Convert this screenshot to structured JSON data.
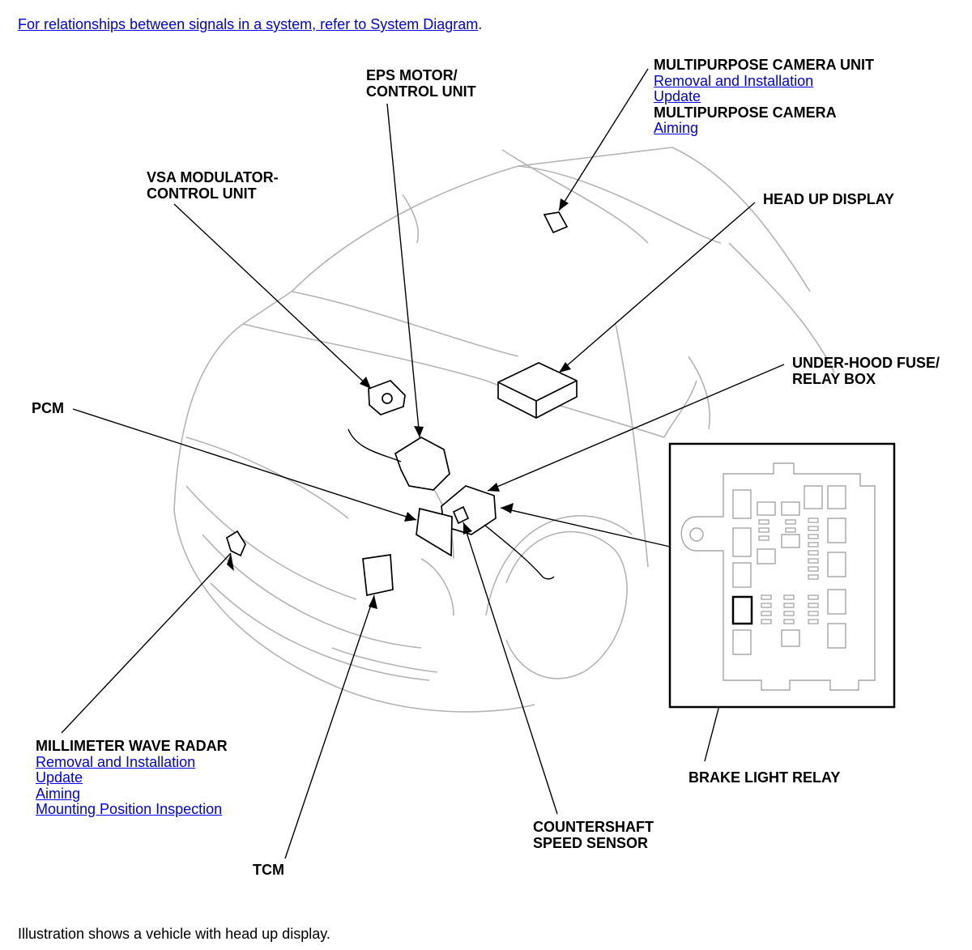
{
  "header": {
    "prefix": "For relationships between signals in a system, refer to System Diagram",
    "suffix": "."
  },
  "labels": {
    "eps_motor": [
      "EPS MOTOR/",
      "CONTROL UNIT"
    ],
    "multipurpose_camera_unit": {
      "title": "MULTIPURPOSE CAMERA UNIT",
      "links": [
        "Removal and Installation",
        "Update"
      ],
      "title2": "MULTIPURPOSE CAMERA",
      "links2": [
        "Aiming"
      ]
    },
    "vsa_modulator": [
      "VSA MODULATOR-",
      "CONTROL UNIT"
    ],
    "head_up_display": "HEAD UP DISPLAY",
    "under_hood_fuse": [
      "UNDER-HOOD FUSE/",
      "RELAY BOX"
    ],
    "pcm": "PCM",
    "millimeter_wave_radar": {
      "title": "MILLIMETER WAVE RADAR",
      "links": [
        "Removal and Installation",
        "Update",
        "Aiming",
        "Mounting Position Inspection"
      ]
    },
    "brake_light_relay": "BRAKE LIGHT RELAY",
    "countershaft_speed_sensor": [
      "COUNTERSHAFT",
      "SPEED SENSOR"
    ],
    "tcm": "TCM"
  },
  "footer": "Illustration shows a vehicle with head up display."
}
